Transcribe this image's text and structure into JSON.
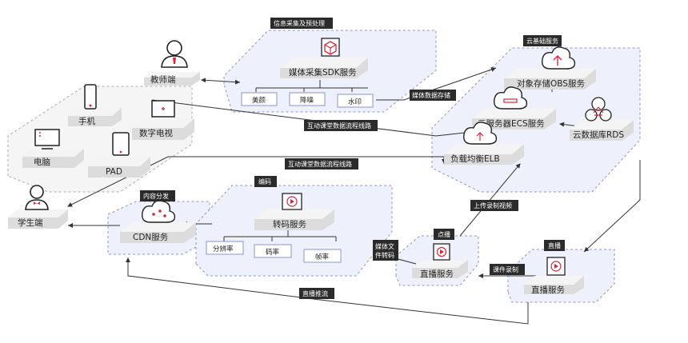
{
  "labels": {
    "info_collect": "信息采集及预处理",
    "media_sdk": "媒体采集SDK服务",
    "beauty": "美颜",
    "denoise": "降噪",
    "watermark": "水印",
    "media_storage": "媒体数据存储",
    "cloud_base": "云基础服务",
    "obs": "对象存储OBS服务",
    "ecs": "云服务器ECS服务",
    "rds": "云数据库RDS",
    "elb": "负载均衡ELB",
    "teacher": "教师端",
    "phone": "手机",
    "digital_tv": "数字电视",
    "computer": "电脑",
    "pad": "PAD",
    "student": "学生端",
    "interactive_route_1": "互动课堂数据流程线路",
    "interactive_route_2": "互动课堂数据流程线路",
    "content_dist": "内容分发",
    "cdn": "CDN服务",
    "encode": "编码",
    "transcode": "转码服务",
    "resolution": "分辨率",
    "bitrate": "码率",
    "framerate": "帧率",
    "media_transcode": "媒体文件转码",
    "vod_tag": "点播",
    "vod_service": "直播服务",
    "live_tag": "直播",
    "live_service": "直播服务",
    "upload_video": "上传录制视频",
    "course_record": "课件录制",
    "live_push": "直播推流"
  },
  "colors": {
    "accent_red": "#d9263c",
    "tag_bg": "#2b2b2b",
    "panel_fill": "#eef1fb",
    "panel_border": "#8a96c8",
    "gray_panel_fill": "#f5f5f5",
    "box_top": "#f4f4f4",
    "box_side": "#dcdcdc",
    "line": "#333333"
  },
  "icons": {
    "teacher": "teacher-avatar-icon",
    "student": "student-avatar-icon",
    "phone": "phone-icon",
    "tv": "tv-icon",
    "computer": "monitor-icon",
    "pad": "tablet-icon",
    "sdk": "cube-icon",
    "obs": "cloud-upload-icon",
    "ecs": "cloud-server-icon",
    "rds": "database-cluster-icon",
    "elb": "cloud-balancer-icon",
    "cdn": "cdn-cloud-icon",
    "transcode": "play-frame-icon",
    "vod": "play-icon",
    "live": "play-icon"
  }
}
